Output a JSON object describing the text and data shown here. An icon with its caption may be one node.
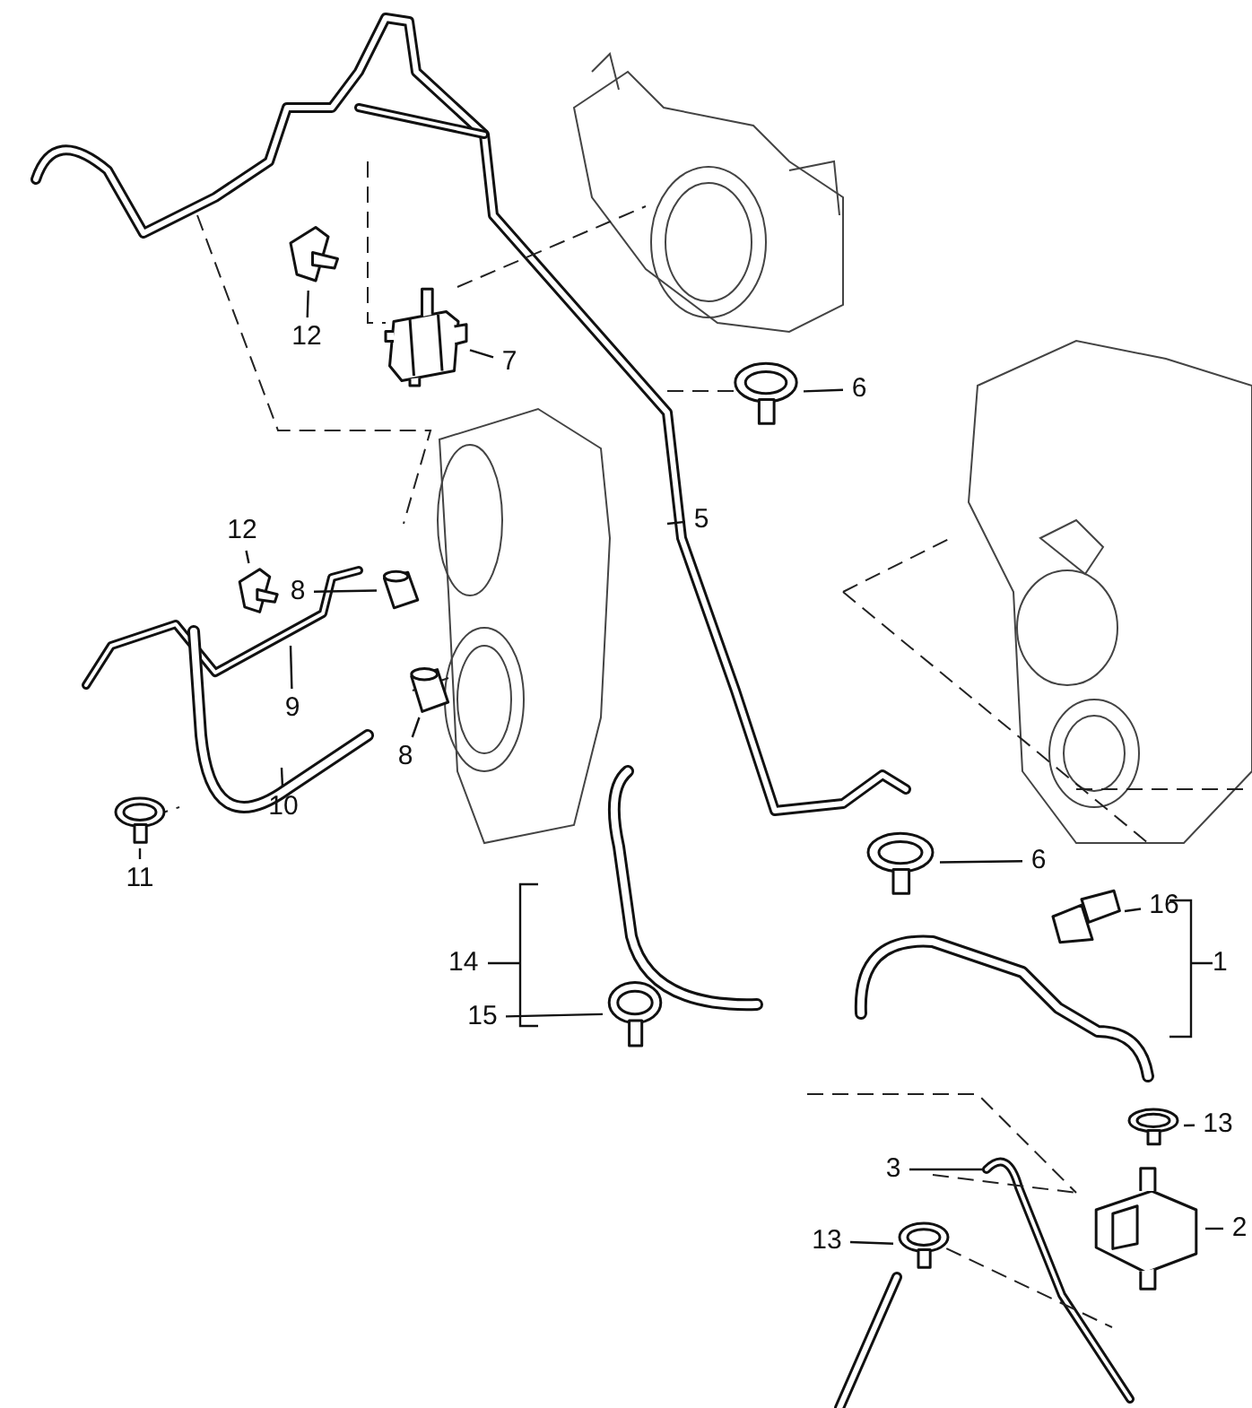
{
  "diagram": {
    "nodes": [
      {
        "text": [
          "12"
        ]
      },
      {
        "text": [],
        "shape": "picture"
      },
      {
        "text": [
          "7"
        ]
      },
      {
        "text": [],
        "shape": "picture"
      },
      {
        "text": [
          "6"
        ]
      },
      {
        "text": [],
        "shape": "picture"
      },
      {
        "text": [
          "5"
        ]
      },
      {
        "text": [
          "12"
        ]
      },
      {
        "text": [],
        "shape": "picture"
      },
      {
        "text": [
          "8"
        ]
      },
      {
        "text": [],
        "shape": "picture"
      },
      {
        "text": [
          "9"
        ]
      },
      {
        "text": [
          "8"
        ]
      },
      {
        "text": [],
        "shape": "picture"
      },
      {
        "text": [
          "10"
        ]
      },
      {
        "text": [
          "11"
        ]
      },
      {
        "text": [],
        "shape": "picture"
      },
      {
        "text": [
          "6"
        ]
      },
      {
        "text": [],
        "shape": "picture"
      },
      {
        "text": [
          "16"
        ]
      },
      {
        "text": [],
        "shape": "picture"
      },
      {
        "text": [
          "15"
        ]
      },
      {
        "text": [],
        "shape": "picture"
      },
      {
        "text": [
          "13"
        ]
      },
      {
        "text": [],
        "shape": "picture"
      },
      {
        "text": [
          "3"
        ]
      },
      {
        "text": [
          "2"
        ]
      },
      {
        "text": [],
        "shape": "picture"
      },
      {
        "text": [
          "13"
        ]
      },
      {
        "text": [],
        "shape": "picture"
      }
    ],
    "edges": [
      {
        "from": 0,
        "to": 1,
        "arrow": "none"
      },
      {
        "from": 2,
        "to": 3,
        "arrow": "none"
      },
      {
        "from": 4,
        "to": 5,
        "arrow": "none"
      },
      {
        "from": 6,
        "to": null,
        "arrow": "none"
      },
      {
        "from": 7,
        "to": 8,
        "arrow": "none"
      },
      {
        "from": 9,
        "to": 10,
        "arrow": "none"
      },
      {
        "from": 11,
        "to": null,
        "arrow": "none"
      },
      {
        "from": 12,
        "to": 13,
        "arrow": "none"
      },
      {
        "from": 14,
        "to": null,
        "arrow": "none"
      },
      {
        "from": 15,
        "to": 16,
        "arrow": "none"
      },
      {
        "from": 17,
        "to": 18,
        "arrow": "none"
      },
      {
        "from": 19,
        "to": 20,
        "arrow": "none"
      },
      {
        "from": 21,
        "to": 22,
        "arrow": "none"
      },
      {
        "from": 23,
        "to": 24,
        "arrow": "none"
      },
      {
        "from": 25,
        "to": null,
        "arrow": "none"
      },
      {
        "from": 26,
        "to": 27,
        "arrow": "none"
      },
      {
        "from": 28,
        "to": 29,
        "arrow": "none"
      }
    ],
    "labels": [
      "14",
      "1"
    ]
  }
}
